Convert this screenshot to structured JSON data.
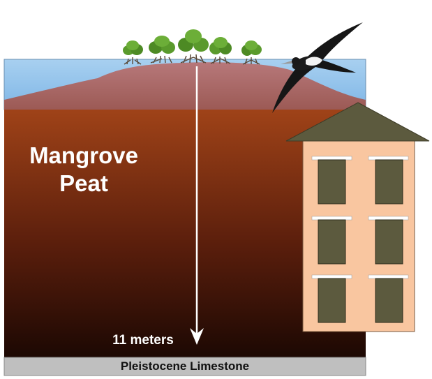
{
  "labels": {
    "peat": "Mangrove Peat",
    "depth": "11 meters",
    "bedrock": "Pleistocene Limestone"
  },
  "icons": {
    "mangroves": "mangrove-tree-icon",
    "bird": "frigatebird-icon",
    "building": "building-icon",
    "arrow": "depth-arrow-icon"
  },
  "colors": {
    "water": "#8fc1ea",
    "peat_top": "#a04318",
    "peat_bottom": "#1c0803",
    "limestone": "#bfbfbf",
    "building_wall": "#f9c6a0",
    "building_roof": "#5c5a3e",
    "windows": "#5c5a3e"
  }
}
